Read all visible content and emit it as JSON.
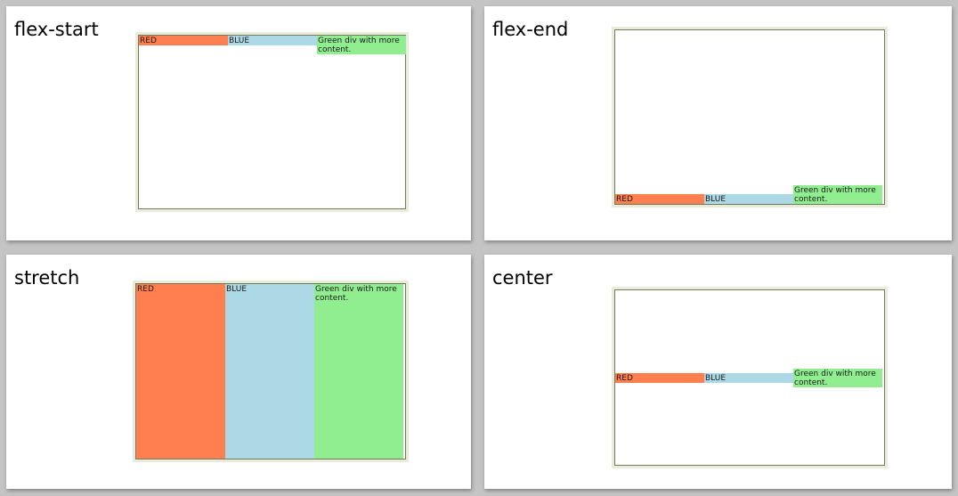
{
  "colors": {
    "red": "#ff7f50",
    "blue": "#add8e6",
    "green": "#90ee90",
    "container_border": "#6f7a5e"
  },
  "panels": [
    {
      "title": "flex-start",
      "items": {
        "red": "RED",
        "blue": "BLUE",
        "green": "Green div with more content."
      }
    },
    {
      "title": "flex-end",
      "items": {
        "red": "RED",
        "blue": "BLUE",
        "green": "Green div with more content."
      }
    },
    {
      "title": "stretch",
      "items": {
        "red": "RED",
        "blue": "BLUE",
        "green": "Green div with more content."
      }
    },
    {
      "title": "center",
      "items": {
        "red": "RED",
        "blue": "BLUE",
        "green": "Green div with more content."
      }
    }
  ]
}
